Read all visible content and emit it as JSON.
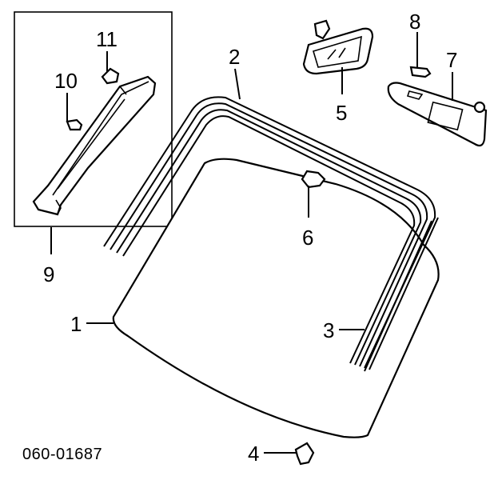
{
  "diagram": {
    "callouts": {
      "c1": "1",
      "c2": "2",
      "c3": "3",
      "c4": "4",
      "c5": "5",
      "c6": "6",
      "c7": "7",
      "c8": "8",
      "c9": "9",
      "c10": "10",
      "c11": "11"
    },
    "code": "060-01687"
  }
}
